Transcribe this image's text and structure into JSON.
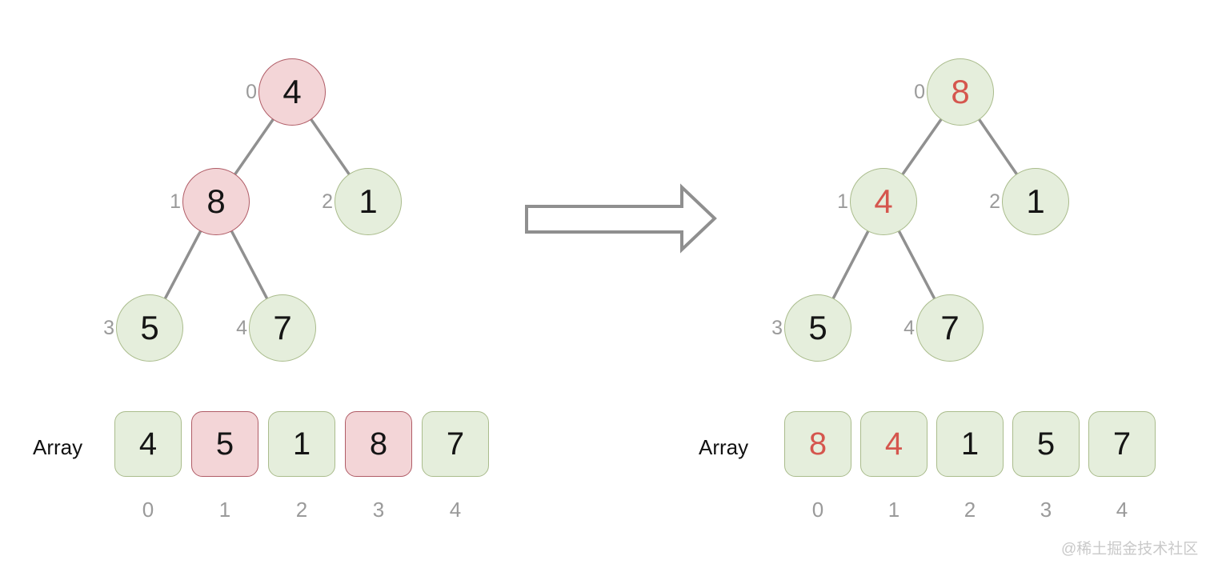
{
  "watermark": "@稀土掘金技术社区",
  "colors": {
    "node_green_fill": "#e5eedc",
    "node_green_border": "#aabc8c",
    "node_pink_fill": "#f3d5d7",
    "node_pink_border": "#b05c66",
    "value_black": "#151515",
    "value_red": "#d5564e",
    "index_gray": "#9a9a9a",
    "edge_gray": "#909090",
    "arrow_stroke": "#8f8f8f"
  },
  "left": {
    "label": "Array",
    "tree": {
      "nodes": [
        {
          "index": "0",
          "value": "4"
        },
        {
          "index": "1",
          "value": "8"
        },
        {
          "index": "2",
          "value": "1"
        },
        {
          "index": "3",
          "value": "5"
        },
        {
          "index": "4",
          "value": "7"
        }
      ]
    },
    "array": {
      "values": [
        "4",
        "5",
        "1",
        "8",
        "7"
      ],
      "indices": [
        "0",
        "1",
        "2",
        "3",
        "4"
      ]
    }
  },
  "right": {
    "label": "Array",
    "tree": {
      "nodes": [
        {
          "index": "0",
          "value": "8"
        },
        {
          "index": "1",
          "value": "4"
        },
        {
          "index": "2",
          "value": "1"
        },
        {
          "index": "3",
          "value": "5"
        },
        {
          "index": "4",
          "value": "7"
        }
      ]
    },
    "array": {
      "values": [
        "8",
        "4",
        "1",
        "5",
        "7"
      ],
      "indices": [
        "0",
        "1",
        "2",
        "3",
        "4"
      ]
    }
  }
}
